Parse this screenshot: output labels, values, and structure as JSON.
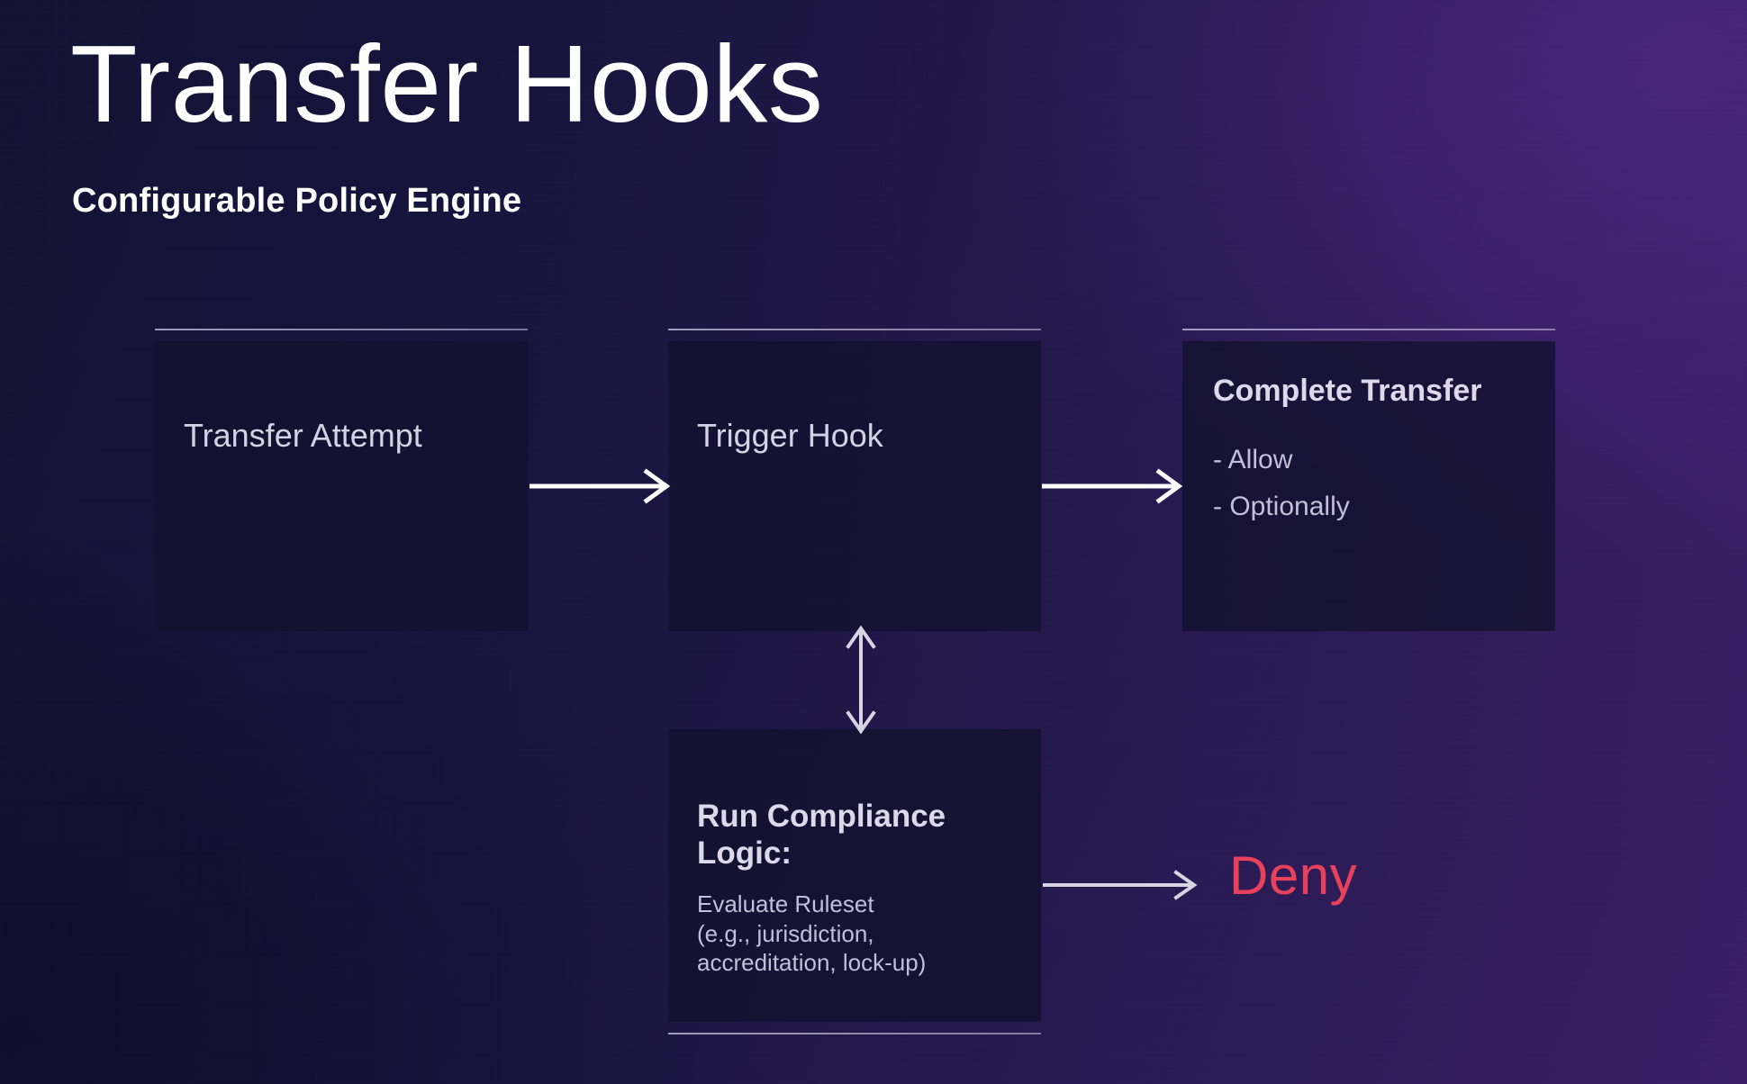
{
  "header": {
    "title": "Transfer Hooks",
    "subtitle": "Configurable Policy Engine"
  },
  "colors": {
    "accent_deny": "#e8415c",
    "box_fill": "#12112e",
    "text_primary": "#d9d6e6",
    "text_secondary": "#c3bfd6",
    "bg_dark": "#101232",
    "bg_purple": "#432272"
  },
  "diagram": {
    "nodes": [
      {
        "id": "transfer-attempt",
        "title": "Transfer Attempt"
      },
      {
        "id": "trigger-hook",
        "title": "Trigger Hook"
      },
      {
        "id": "complete-transfer",
        "title": "Complete Transfer",
        "bullets": [
          "- Allow",
          "- Optionally"
        ]
      },
      {
        "id": "run-compliance-logic",
        "title": "Run Compliance Logic:",
        "body": "Evaluate Ruleset\n(e.g., jurisdiction,\naccreditation, lock-up)"
      }
    ],
    "deny_label": "Deny",
    "arrows": [
      {
        "id": "transfer-to-trigger",
        "kind": "arrow-right"
      },
      {
        "id": "trigger-to-complete",
        "kind": "arrow-right"
      },
      {
        "id": "compliance-to-deny",
        "kind": "arrow-right"
      },
      {
        "id": "trigger-compliance-bidirectional",
        "kind": "arrow-updown"
      }
    ]
  }
}
